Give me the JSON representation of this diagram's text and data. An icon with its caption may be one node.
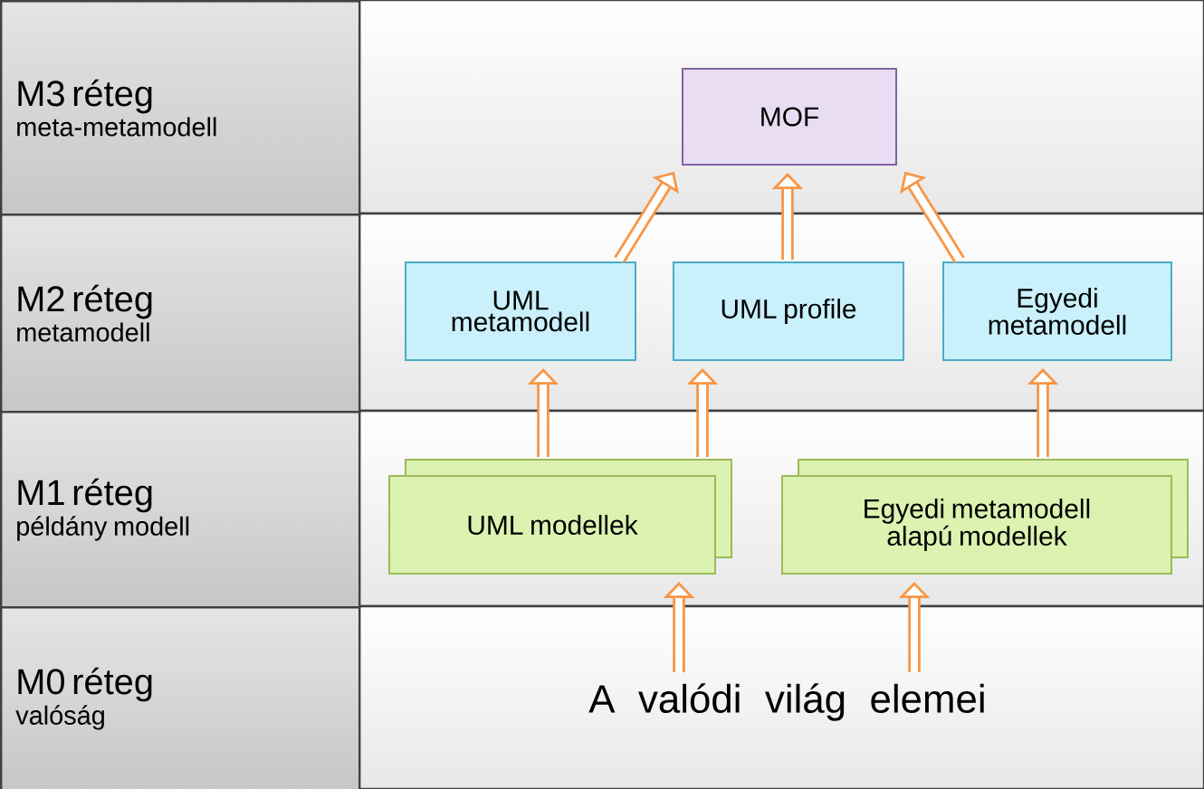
{
  "diagram": {
    "nodes": [
      {
        "text": [
          "M3 réteg",
          "meta-metamodell"
        ]
      },
      {
        "text": [
          "M2 réteg",
          "metamodell"
        ]
      },
      {
        "text": [
          "M1 réteg",
          "példány modell"
        ]
      },
      {
        "text": [
          "M0 réteg",
          "valóság"
        ]
      },
      {
        "text": [
          "MOF"
        ]
      },
      {
        "text": [
          "UML metamodell"
        ]
      },
      {
        "text": [
          "UML profile"
        ]
      },
      {
        "text": [
          "Egyedi metamodell"
        ]
      },
      {
        "text": [
          "UML modellek"
        ]
      },
      {
        "text": [
          "Egyedi metamodell alapú modellek"
        ]
      },
      {
        "text": [
          "A valódi világ elemei"
        ]
      }
    ],
    "edges": [
      {
        "from": 5,
        "to": 4,
        "arrow": "to"
      },
      {
        "from": 6,
        "to": 4,
        "arrow": "to"
      },
      {
        "from": 7,
        "to": 4,
        "arrow": "to"
      },
      {
        "from": 8,
        "to": 5,
        "arrow": "to"
      },
      {
        "from": 8,
        "to": 6,
        "arrow": "to"
      },
      {
        "from": 9,
        "to": 7,
        "arrow": "to"
      },
      {
        "from": 10,
        "to": 8,
        "arrow": "to"
      },
      {
        "from": 10,
        "to": 9,
        "arrow": "to"
      }
    ]
  }
}
